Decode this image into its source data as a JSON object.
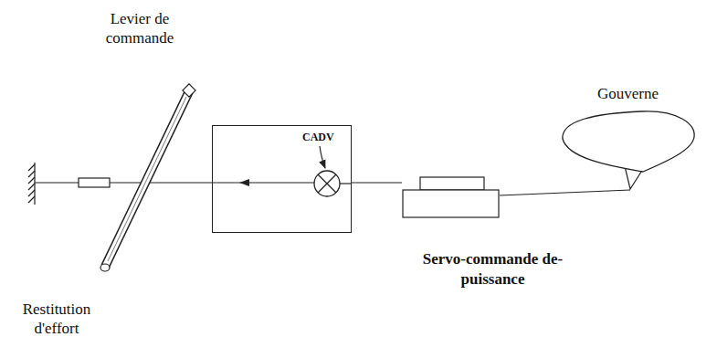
{
  "diagram": {
    "nodes": [
      {
        "text": [
          "CADV"
        ]
      },
      {
        "text": [
          "Servo-commande de-puissance"
        ]
      },
      {
        "text": [
          "Gouverne"
        ]
      }
    ],
    "edges": [
      {
        "from": 0,
        "to": 1,
        "arrow": "none"
      },
      {
        "from": 1,
        "to": 2,
        "arrow": "none"
      }
    ],
    "labels": [
      "Levier de commande",
      "Restitution d'effort"
    ]
  }
}
